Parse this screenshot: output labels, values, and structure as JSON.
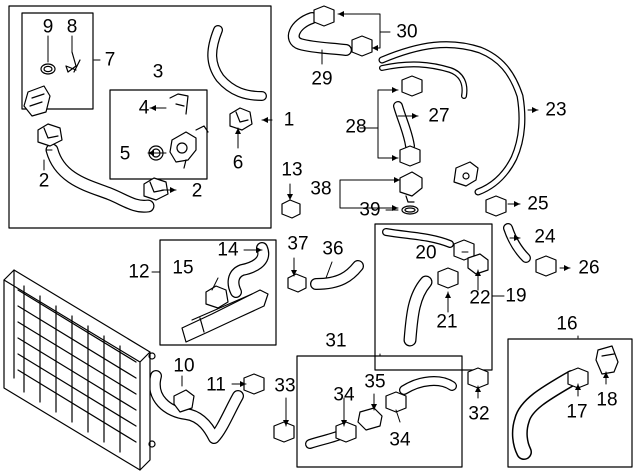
{
  "diagram": {
    "part_callouts": {
      "c1": "1",
      "c2a": "2",
      "c2b": "2",
      "c3": "3",
      "c4": "4",
      "c5": "5",
      "c6": "6",
      "c7": "7",
      "c8": "8",
      "c9": "9",
      "c10": "10",
      "c11": "11",
      "c12": "12",
      "c13": "13",
      "c14": "14",
      "c15": "15",
      "c16": "16",
      "c17": "17",
      "c18": "18",
      "c19": "19",
      "c20": "20",
      "c21": "21",
      "c22": "22",
      "c23": "23",
      "c24": "24",
      "c25": "25",
      "c26": "26",
      "c27": "27",
      "c28": "28",
      "c29": "29",
      "c30": "30",
      "c31": "31",
      "c32": "32",
      "c33": "33",
      "c34a": "34",
      "c34b": "34",
      "c35": "35",
      "c36": "36",
      "c37": "37",
      "c38": "38",
      "c39": "39"
    }
  }
}
